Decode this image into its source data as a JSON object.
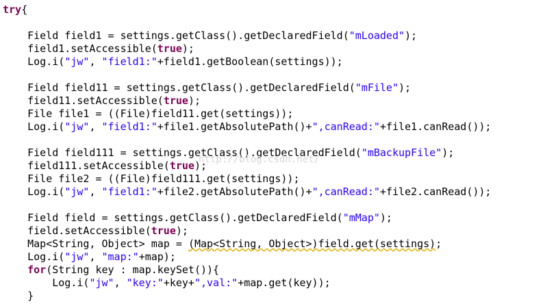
{
  "colors": {
    "background": "#ffffff",
    "keyword": "#7f0055",
    "string": "#2a00ff",
    "default": "#000000",
    "warning_underline": "#e0b000"
  },
  "watermark": "http://blog.csdn.net/",
  "code_lines": [
    [
      {
        "t": "try",
        "c": "kw"
      },
      {
        "t": "{",
        "c": ""
      }
    ],
    [],
    [
      {
        "t": "    Field field1 = settings.getClass().getDeclaredField(",
        "c": ""
      },
      {
        "t": "\"mLoaded\"",
        "c": "str"
      },
      {
        "t": ");",
        "c": ""
      }
    ],
    [
      {
        "t": "    field1.setAccessible(",
        "c": ""
      },
      {
        "t": "true",
        "c": "kw"
      },
      {
        "t": ");",
        "c": ""
      }
    ],
    [
      {
        "t": "    Log.i(",
        "c": ""
      },
      {
        "t": "\"jw\"",
        "c": "str"
      },
      {
        "t": ", ",
        "c": ""
      },
      {
        "t": "\"field1:\"",
        "c": "str"
      },
      {
        "t": "+field1.getBoolean(settings));",
        "c": ""
      }
    ],
    [],
    [
      {
        "t": "    Field field11 = settings.getClass().getDeclaredField(",
        "c": ""
      },
      {
        "t": "\"mFile\"",
        "c": "str"
      },
      {
        "t": ");",
        "c": ""
      }
    ],
    [
      {
        "t": "    field11.setAccessible(",
        "c": ""
      },
      {
        "t": "true",
        "c": "kw"
      },
      {
        "t": ");",
        "c": ""
      }
    ],
    [
      {
        "t": "    File file1 = ((File)field11.get(settings));",
        "c": ""
      }
    ],
    [
      {
        "t": "    Log.i(",
        "c": ""
      },
      {
        "t": "\"jw\"",
        "c": "str"
      },
      {
        "t": ", ",
        "c": ""
      },
      {
        "t": "\"field1:\"",
        "c": "str"
      },
      {
        "t": "+file1.getAbsolutePath()+",
        "c": ""
      },
      {
        "t": "\",canRead:\"",
        "c": "str"
      },
      {
        "t": "+file1.canRead());",
        "c": ""
      }
    ],
    [],
    [
      {
        "t": "    Field field111 = settings.getClass().getDeclaredField(",
        "c": ""
      },
      {
        "t": "\"mBackupFile\"",
        "c": "str"
      },
      {
        "t": ");",
        "c": ""
      }
    ],
    [
      {
        "t": "    field111.setAccessible(",
        "c": ""
      },
      {
        "t": "true",
        "c": "kw"
      },
      {
        "t": ");",
        "c": ""
      }
    ],
    [
      {
        "t": "    File file2 = ((File)field111.get(settings));",
        "c": ""
      }
    ],
    [
      {
        "t": "    Log.i(",
        "c": ""
      },
      {
        "t": "\"jw\"",
        "c": "str"
      },
      {
        "t": ", ",
        "c": ""
      },
      {
        "t": "\"field1:\"",
        "c": "str"
      },
      {
        "t": "+file2.getAbsolutePath()+",
        "c": ""
      },
      {
        "t": "\",canRead:\"",
        "c": "str"
      },
      {
        "t": "+file2.canRead());",
        "c": ""
      }
    ],
    [],
    [
      {
        "t": "    Field field = settings.getClass().getDeclaredField(",
        "c": ""
      },
      {
        "t": "\"mMap\"",
        "c": "str"
      },
      {
        "t": ");",
        "c": ""
      }
    ],
    [
      {
        "t": "    field.setAccessible(",
        "c": ""
      },
      {
        "t": "true",
        "c": "kw"
      },
      {
        "t": ");",
        "c": ""
      }
    ],
    [
      {
        "t": "    Map<String, Object> map = ",
        "c": ""
      },
      {
        "t": "(Map<String, Object>)field.get(settings)",
        "c": "warn"
      },
      {
        "t": ";",
        "c": ""
      }
    ],
    [
      {
        "t": "    Log.i(",
        "c": ""
      },
      {
        "t": "\"jw\"",
        "c": "str"
      },
      {
        "t": ", ",
        "c": ""
      },
      {
        "t": "\"map:\"",
        "c": "str"
      },
      {
        "t": "+map);",
        "c": ""
      }
    ],
    [
      {
        "t": "    ",
        "c": ""
      },
      {
        "t": "for",
        "c": "kw"
      },
      {
        "t": "(String key : map.keySet()){",
        "c": ""
      }
    ],
    [
      {
        "t": "        Log.i(",
        "c": ""
      },
      {
        "t": "\"jw\"",
        "c": "str"
      },
      {
        "t": ", ",
        "c": ""
      },
      {
        "t": "\"key:\"",
        "c": "str"
      },
      {
        "t": "+key+",
        "c": ""
      },
      {
        "t": "\",val:\"",
        "c": "str"
      },
      {
        "t": "+map.get(key));",
        "c": ""
      }
    ],
    [
      {
        "t": "    }",
        "c": ""
      }
    ]
  ]
}
